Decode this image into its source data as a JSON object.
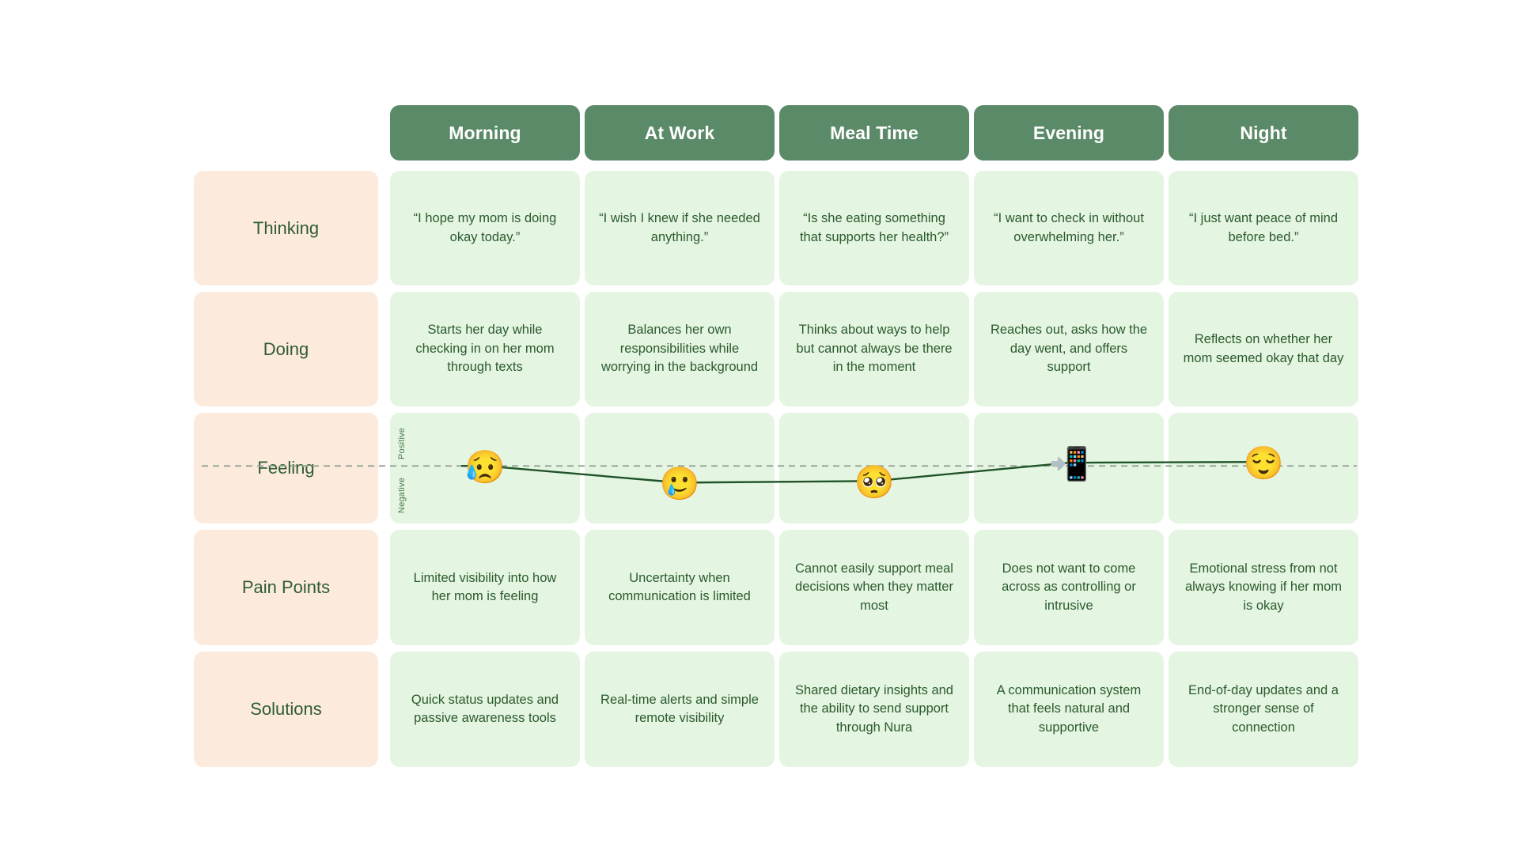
{
  "palette": {
    "page_background": "#ffffff",
    "header_green": "#5b8a68",
    "cell_green": "#e4f5e1",
    "label_peach": "#fcebdd",
    "text_green": "#2b5a2e",
    "line_green": "#20532a",
    "baseline_gray": "#9aa89c"
  },
  "columns": [
    {
      "label": "Morning"
    },
    {
      "label": "At Work"
    },
    {
      "label": "Meal Time"
    },
    {
      "label": "Evening"
    },
    {
      "label": "Night"
    }
  ],
  "rows": [
    {
      "label": "Thinking",
      "cells": [
        "“I hope my mom is doing okay today.”",
        "“I wish I knew if she needed anything.”",
        "“Is she eating something that supports her health?”",
        "“I want to check in without overwhelming her.”",
        "“I just want peace of mind before bed.”"
      ]
    },
    {
      "label": "Doing",
      "cells": [
        "Starts her day while checking in on her mom through texts",
        "Balances her own responsibilities while worrying in the background",
        "Thinks about ways to help but cannot always be there in the moment",
        "Reaches out, asks how the day went, and offers support",
        "Reflects on whether her mom seemed okay that day"
      ]
    },
    {
      "label": "Feeling",
      "cells": [
        "",
        "",
        "",
        "",
        ""
      ]
    },
    {
      "label": "Pain Points",
      "cells": [
        "Limited visibility into how her mom is feeling",
        "Uncertainty when communication is limited",
        "Cannot easily support meal decisions when they matter most",
        "Does not want to come across as controlling or intrusive",
        "Emotional stress from not always knowing if her mom is okay"
      ]
    },
    {
      "label": "Solutions",
      "cells": [
        "Quick status updates and passive awareness tools",
        "Real-time alerts and simple remote visibility",
        "Shared dietary insights and the ability to send support through Nura",
        "A communication system that feels natural and supportive",
        "End-of-day updates and a stronger sense of connection"
      ]
    }
  ],
  "chart_data": {
    "type": "line",
    "title": "Feeling",
    "xlabel": "",
    "ylabel": "",
    "axis_top_label": "Positive",
    "axis_bottom_label": "Negative",
    "categories": [
      "Morning",
      "At Work",
      "Meal Time",
      "Evening",
      "Night"
    ],
    "values": [
      0.0,
      -0.42,
      -0.38,
      0.08,
      0.1
    ],
    "ylim": [
      -1,
      1
    ],
    "baseline": 0,
    "baseline_style": "dashed",
    "grid": false,
    "legend": "none",
    "point_markers": [
      {
        "category": "Morning",
        "emoji": "😥",
        "icon_name": "sad-but-relieved-face-emoji",
        "value": 0.0
      },
      {
        "category": "At Work",
        "emoji": "🥲",
        "icon_name": "pensive-face-hand-emoji",
        "value": -0.42
      },
      {
        "category": "Meal Time",
        "emoji": "🥺",
        "icon_name": "pleading-worried-face-emoji",
        "value": -0.38
      },
      {
        "category": "Evening",
        "emoji": "📲",
        "icon_name": "face-with-phone-texting-emoji",
        "value": 0.08
      },
      {
        "category": "Night",
        "emoji": "😌",
        "icon_name": "relieved-face-with-heart-emoji",
        "value": 0.1
      }
    ]
  }
}
